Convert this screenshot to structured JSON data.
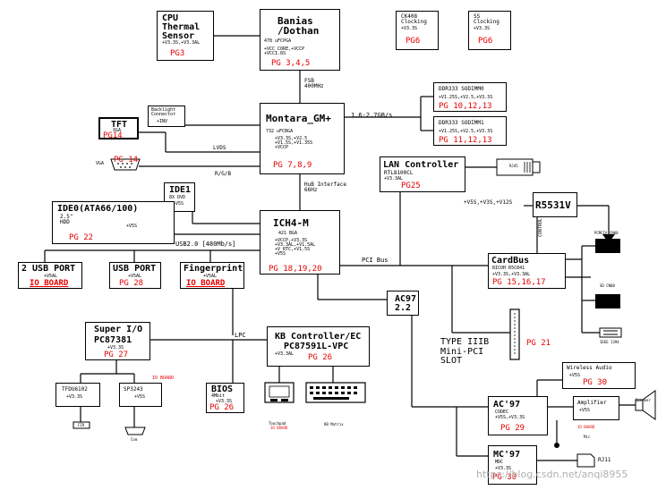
{
  "blocks": {
    "cpu_sensor": {
      "title": "CPU\nThermal\nSensor",
      "power": "+V3.3S,+V3.3AL",
      "page": "PG3"
    },
    "banias": {
      "title": "Banias\n/Dothan",
      "pkg": "478 uFCPGA",
      "power": "+VCC_CORE,+VCCP\n+VCC1.8S",
      "page": "PG 3,4,5"
    },
    "ck408": {
      "title": "CK408\nClocking",
      "power": "+V3.3S",
      "page": "PG6"
    },
    "ss": {
      "title": "SS\nClocking",
      "power": "+V3.3S",
      "page": "PG6"
    },
    "ddr0": {
      "title": "DDR333 SODIMM0",
      "power": "+V1.25S,+V2.5,+V3.3S",
      "page": "PG 10,12,13"
    },
    "ddr1": {
      "title": "DDR333 SODIMM1",
      "power": "+V1.25S,+V2.5,+V3.3S",
      "page": "PG 11,12,13"
    },
    "montara": {
      "title": "Montara_GM+",
      "pkg": "732 uFCBGA",
      "power": "+V3.3S,+V2.5\n+V1.5S,+V1.35S\n+VCCP",
      "page": "PG 7,8,9"
    },
    "backlight": {
      "title": "Backlight\nConnector",
      "power": "+INV"
    },
    "tft": {
      "title": "TFT",
      "sub": "XGA",
      "page": "PG14"
    },
    "lan": {
      "title": "LAN Controller",
      "part": "RTL8100CL",
      "power": "+V3.3AL",
      "page": "PG25"
    },
    "ide1": {
      "title": "IDE1",
      "sub": "8X DVD",
      "power": "+V5S"
    },
    "ide0": {
      "title": "IDE0(ATA66/100)",
      "sub": "2.5\"\nHDD",
      "power": "+V5S",
      "page": "PG 22"
    },
    "r5531v": {
      "title": "R5531V"
    },
    "ich4": {
      "title": "ICH4-M",
      "pkg": "421 BGA",
      "power": "+VCCP,+V3.3S\n+V3.3AL,+V1.5AL\n+V_RTC,+V1.5S\n+V5S",
      "page": "PG 18,19,20"
    },
    "usb_port2": {
      "title": "2 USB PORT",
      "power": "+V5AL",
      "board": "IO BOARD"
    },
    "usb_port": {
      "title": "USB PORT",
      "power": "+V5AL",
      "page": "PG 28"
    },
    "fingerprint": {
      "title": "Fingerprint",
      "power": "+V5AL",
      "board": "IO BOARD"
    },
    "cardbus": {
      "title": "CardBus",
      "part": "RICOH R5C841",
      "power": "+V3.3S,+V3.3AL",
      "page": "PG 15,16,17"
    },
    "ac97": {
      "title": "AC97\n2.2"
    },
    "superio": {
      "title": "Super I/O",
      "part": "PC87381",
      "power": "+V3.3S",
      "page": "PG 27"
    },
    "kbc": {
      "title": "KB Controller/EC",
      "part": "PC87591L-VPC",
      "power": "+V3.3AL",
      "page": "PG 26"
    },
    "bios": {
      "title": "BIOS",
      "sub": "4Mbit",
      "power": "+V3.3S",
      "page": "PG 26"
    },
    "tfdu": {
      "title": "TFDU6102",
      "power": "+V3.3S"
    },
    "sp3243": {
      "title": "SP3243",
      "power": "+V5S",
      "board": "IO BOARD"
    },
    "minipci": {
      "title": "TYPE IIIB\nMini-PCI\nSLOT",
      "page": "PG 21"
    },
    "wireless": {
      "title": "Wireless Audio",
      "power": "+V5S",
      "page": "PG 30"
    },
    "ac97codec": {
      "title": "AC'97",
      "sub": "CODEC",
      "power": "+V5S,+V3.3S",
      "page": "PG 29"
    },
    "amplifier": {
      "title": "Amplifier",
      "power": "+V5S"
    },
    "mc97": {
      "title": "MC'97",
      "sub": "MDC",
      "power": "+V3.3S",
      "page": "PG 30"
    }
  },
  "labels": {
    "fsb": "FSB\n400MHz",
    "mem_bus": "1.6-2.7GB/s",
    "lvds": "LVDS",
    "vga": "VGA",
    "vga_page": "PG 14",
    "rgb": "R/G/B",
    "hub": "HuB Interface\n66Hz",
    "usb2": "USB2.0 [480Mb/s]",
    "pci_bus": "PCI Bus",
    "lpc": "LPC",
    "rails": "+V5S,+V3S,+V12S",
    "control": "CONTROL",
    "pcmcia0": "PCMCIA CN00",
    "sd": "SD CN00",
    "ieee": "IEEE 1394",
    "rj45": "RJ45",
    "rj11": "RJ11",
    "speaker": "Speaker",
    "mic": "Mic",
    "amp_board": "IO BOARD",
    "touchpad": "Touchpad",
    "touchpad_board": "IO BOARD",
    "kb_matrix": "KB Matrix",
    "fir": "FIR",
    "com": "Com",
    "watermark": "https://blog.csdn.net/anqi8955"
  }
}
